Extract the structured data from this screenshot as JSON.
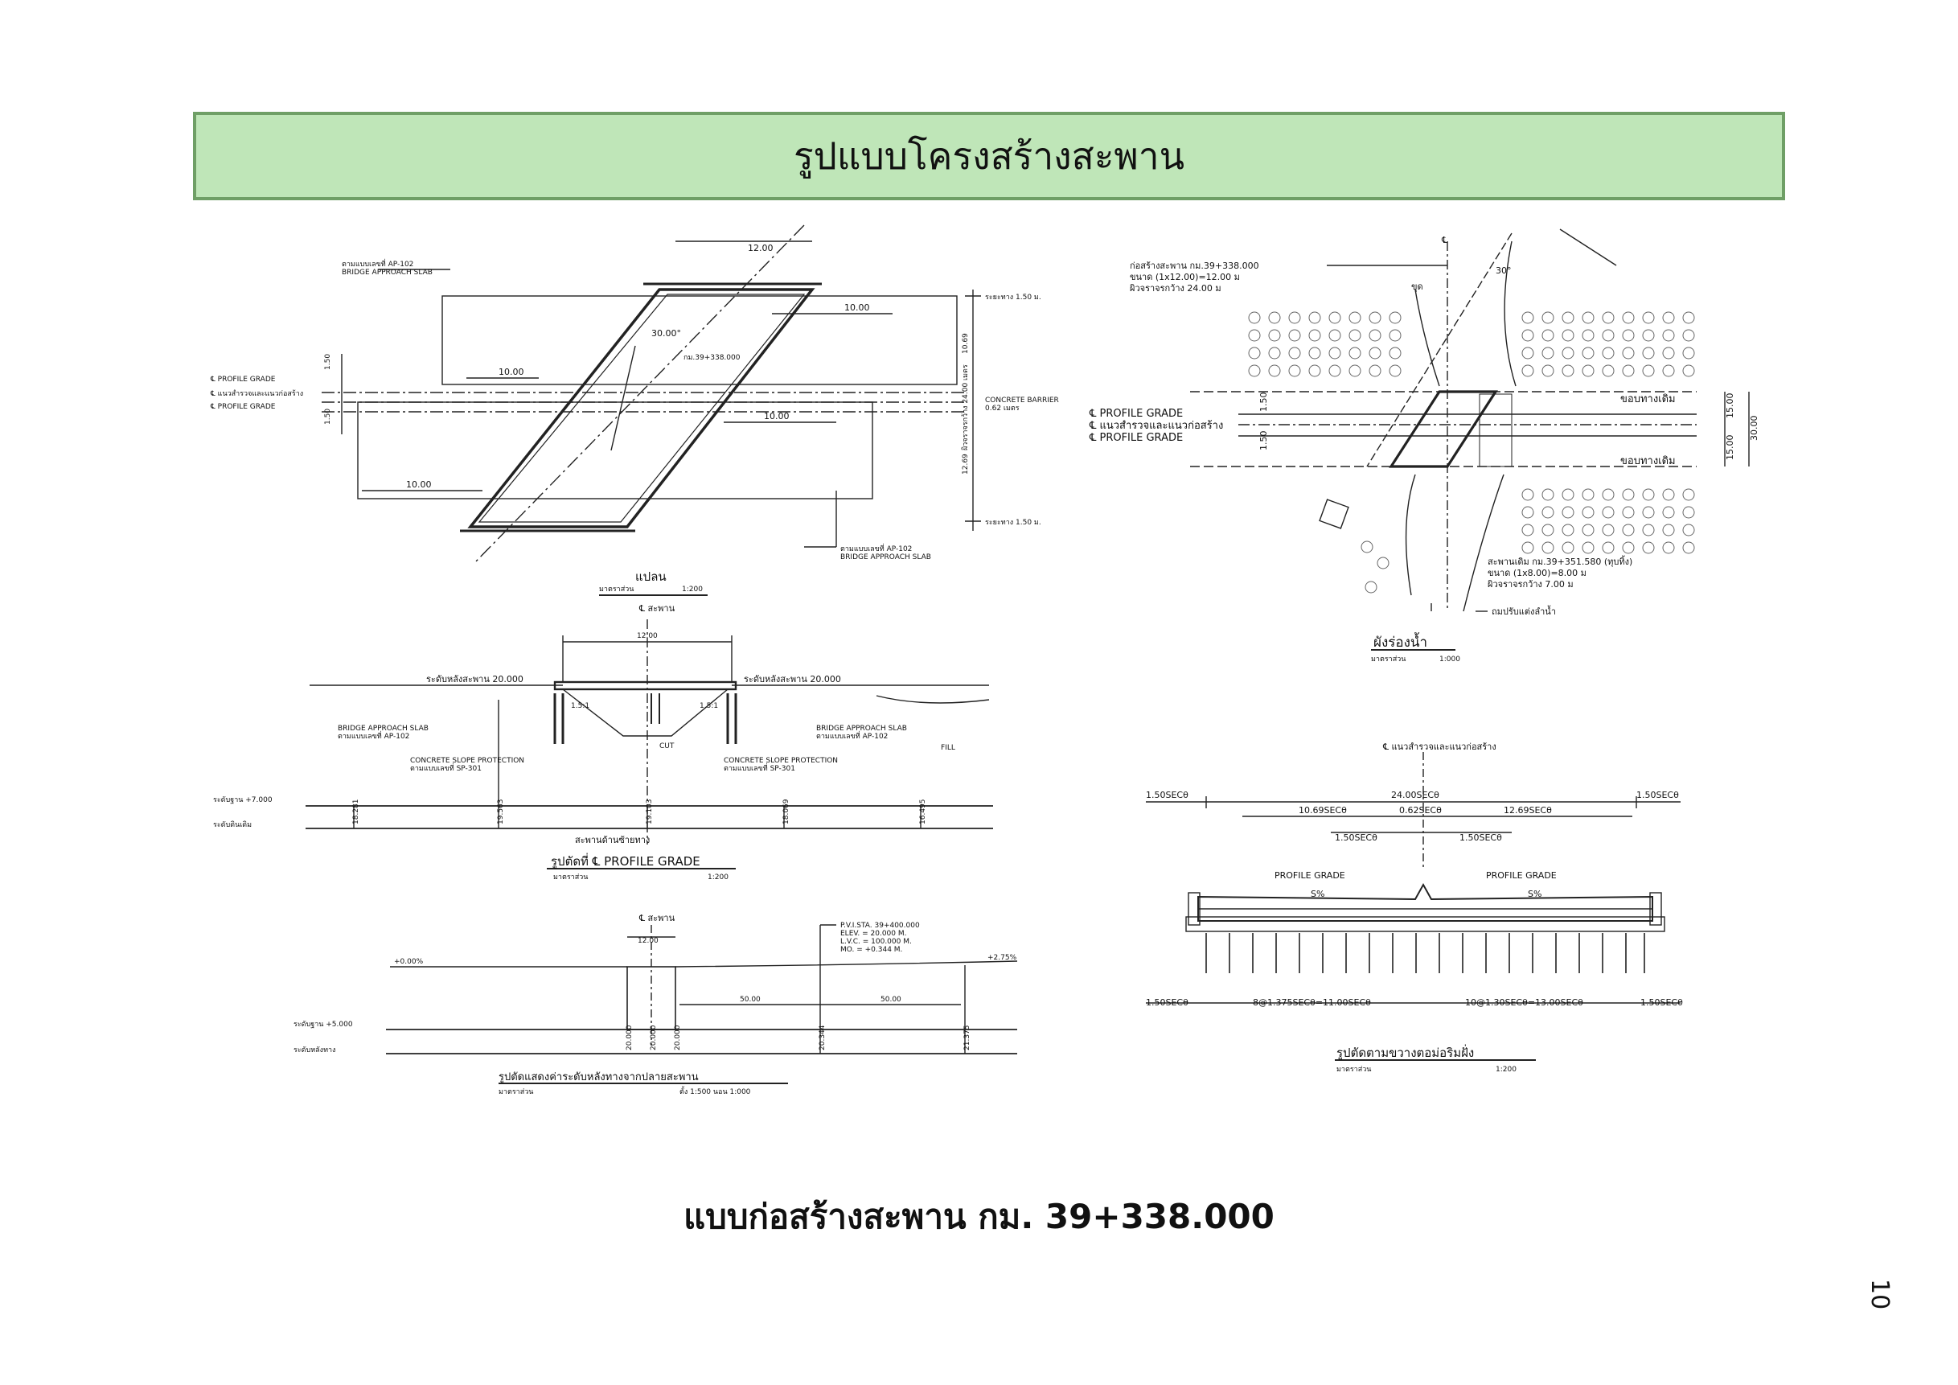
{
  "header": {
    "title": "รูปแบบโครงสร้างสะพาน",
    "accent": "#bfe6b8",
    "border": "#6f9f66"
  },
  "caption": "แบบก่อสร้างสะพาน กม. 39+338.000",
  "page_number": "10",
  "plan": {
    "title": "แปลน",
    "scale_label": "มาตราส่วน",
    "scale": "1:200",
    "ref_top_1": "ตามแบบเลขที่ AP-102",
    "ref_top_2": "BRIDGE APPROACH SLAB",
    "ref_bot_1": "ตามแบบเลขที่ AP-102",
    "ref_bot_2": "BRIDGE APPROACH SLAB",
    "dim_12": "12.00",
    "dim_10a": "10.00",
    "dim_10b": "10.00",
    "dim_10c": "10.00",
    "dim_10d": "10.00",
    "angle": "30.00°",
    "station": "กม.39+338.000",
    "left_1": "℄ PROFILE GRADE",
    "left_2": "℄ แนวสำรวจและแนวก่อสร้าง",
    "left_3": "℄ PROFILE GRADE",
    "dim_150a": "1.50",
    "dim_150b": "1.50",
    "right_top": "ระยะทาง 1.50 ม.",
    "right_bot": "ระยะทาง 1.50 ม.",
    "barrier_1": "CONCRETE BARRIER",
    "barrier_2": "0.62 เมตร",
    "dim_1069": "10.69",
    "dim_2400": "ผิวจราจรกว้าง 24.00 เมตร",
    "dim_1269": "12.69"
  },
  "profile": {
    "title": "รูปตัดที่ ℄ PROFILE GRADE",
    "scale_label": "มาตราส่วน",
    "scale": "1:200",
    "cl": "℄ สะพาน",
    "span": "12.00",
    "deck_left": "ระดับหลังสะพาน 20.000",
    "deck_right": "ระดับหลังสะพาน 20.000",
    "slab_l1": "BRIDGE APPROACH SLAB",
    "slab_l2": "ตามแบบเลขที่ AP-102",
    "slab_r1": "BRIDGE APPROACH SLAB",
    "slab_r2": "ตามแบบเลขที่ AP-102",
    "cut": "CUT",
    "fill": "FILL",
    "slope_1": "1.5:1",
    "slope_2": "1.5:1",
    "csp_l1": "CONCRETE SLOPE PROTECTION",
    "csp_l2": "ตามแบบเลขที่ SP-301",
    "csp_r1": "CONCRETE SLOPE PROTECTION",
    "csp_r2": "ตามแบบเลขที่ SP-301",
    "datum": "ระดับฐาน +7.000",
    "ground": "ระดับดินเดิม",
    "bottom": "สะพานด้านซ้ายทาง",
    "elevs": [
      "18.281",
      "19.563",
      "19.103",
      "18.069",
      "16.495"
    ]
  },
  "road_profile": {
    "title": "รูปตัดแสดงค่าระดับหลังทางจากปลายสะพาน",
    "scale_label": "มาตราส่วน",
    "scale": "ตั้ง 1:500   นอน 1:000",
    "cl": "℄ สะพาน",
    "span": "12.00",
    "pvi_1": "P.V.I.STA.  39+400.000",
    "pvi_2": "ELEV.    =  20.000   M.",
    "pvi_3": "L.V.C.   =  100.000  M.",
    "pvi_4": "MO.      =  +0.344   M.",
    "grade_l": "+0.00%",
    "grade_r": "+2.75%",
    "dim_50a": "50.00",
    "dim_50b": "50.00",
    "datum": "ระดับฐาน +5.000",
    "road": "ระดับหลังทาง",
    "elevs": [
      "20.000",
      "20.000",
      "20.000",
      "20.344",
      "21.375"
    ]
  },
  "waterway": {
    "title": "ผังร่องน้ำ",
    "scale_label": "มาตราส่วน",
    "scale": "1:000",
    "note_1": "ก่อสร้างสะพาน กม.39+338.000",
    "note_2": "ขนาด (1x12.00)=12.00 ม",
    "note_3": "ผิวจราจรกว้าง 24.00 ม",
    "cl": "℄",
    "angle": "30°",
    "dig": "ขุด",
    "left_1": "℄ PROFILE GRADE",
    "left_2": "℄ แนวสำรวจและแนวก่อสร้าง",
    "left_3": "℄ PROFILE GRADE",
    "dim_150a": "1.50",
    "dim_150b": "1.50",
    "edge_top": "ขอบทางเดิม",
    "edge_bot": "ขอบทางเดิม",
    "dim_15a": "15.00",
    "dim_15b": "15.00",
    "dim_30": "30.00",
    "old_1": "สะพานเดิม กม.39+351.580 (ทุบทิ้ง)",
    "old_2": "ขนาด (1x8.00)=8.00 ม",
    "old_3": "ผิวจราจรกว้าง 7.00 ม",
    "improve": "ถมปรับแต่งลำน้ำ"
  },
  "section": {
    "title": "รูปตัดตามขวางตอม่อริมฝั่ง",
    "scale_label": "มาตราส่วน",
    "scale": "1:200",
    "cl": "℄ แนวสำรวจและแนวก่อสร้าง",
    "top_l": "1.50SECθ",
    "top_m": "24.00SECθ",
    "top_r": "1.50SECθ",
    "mid_l": "10.69SECθ",
    "mid_m": "0.62SECθ",
    "mid_r": "12.69SECθ",
    "in_l": "1.50SECθ",
    "in_r": "1.50SECθ",
    "pg_l": "PROFILE GRADE",
    "pg_r": "PROFILE GRADE",
    "sl_l": "S%",
    "sl_r": "S%",
    "bot_l": "1.50SECθ",
    "bot_m1": "8@1.375SECθ=11.00SECθ",
    "bot_m2": "10@1.30SECθ=13.00SECθ",
    "bot_r": "1.50SECθ"
  }
}
